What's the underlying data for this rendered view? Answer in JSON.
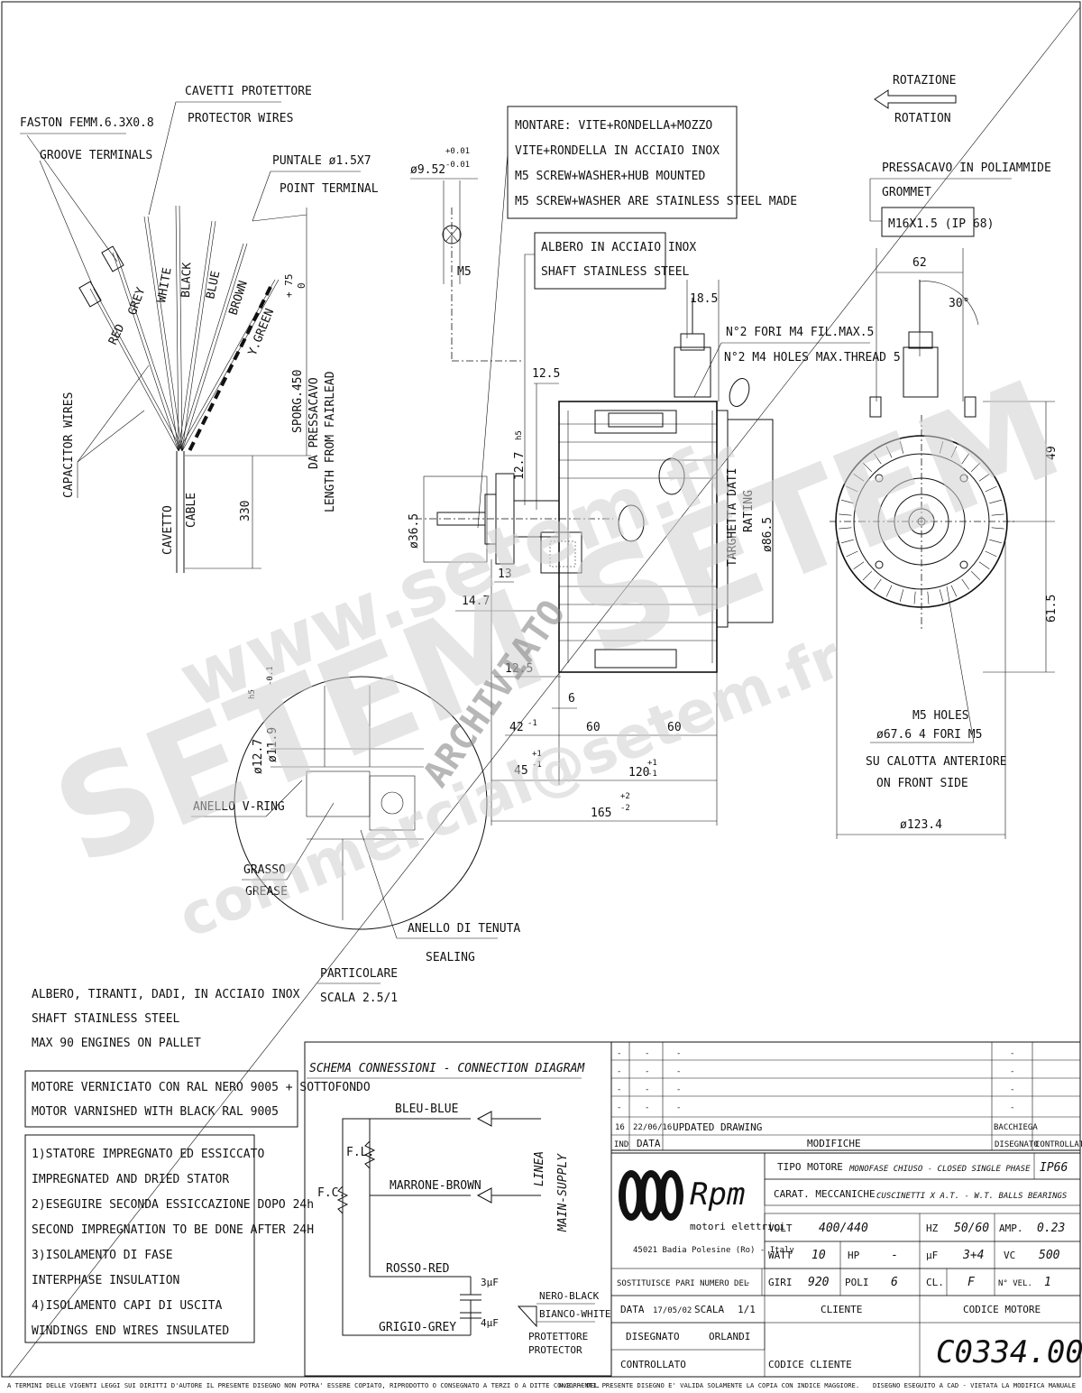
{
  "watermark": {
    "line1": "www.setem.fr",
    "line2": "SETEM SETEM",
    "line3": "commercial@setem.fr",
    "stamp": "ARCHIVIATO"
  },
  "top_left": {
    "faston_it": "FASTON FEMM.6.3X0.8",
    "faston_en": "GROOVE TERMINALS",
    "cavetti_it": "CAVETTI PROTETTORE",
    "cavetti_en": "PROTECTOR WIRES",
    "puntale_it": "PUNTALE ø1.5X7",
    "puntale_en": "POINT TERMINAL",
    "capacitor_wires": "CAPACITOR WIRES",
    "wires": [
      "RED",
      "GREY",
      "WHITE",
      "BLACK",
      "BLUE",
      "BROWN",
      "Y.GREEN"
    ],
    "sporg": "SPORG.450",
    "sporg_tol": "+ 75",
    "sporg_tol2": "0",
    "da_pressacavo": "DA PRESSACAVO",
    "length_from": "LENGTH FROM FAIRLEAD",
    "cavetto": "CAVETTO",
    "cable": "CABLE",
    "dim_330": "330"
  },
  "shaft_detail": {
    "dia": "ø9.52",
    "tol_plus": "+0.01",
    "tol_minus": "-0.01",
    "thread": "M5"
  },
  "notes_box": {
    "lines": [
      "MONTARE: VITE+RONDELLA+MOZZO",
      "VITE+RONDELLA IN ACCIAIO INOX",
      "M5 SCREW+WASHER+HUB MOUNTED",
      "M5 SCREW+WASHER ARE STAINLESS STEEL MADE"
    ]
  },
  "shaft_box": {
    "lines": [
      "ALBERO IN ACCIAIO INOX",
      "SHAFT STAINLESS STEEL"
    ]
  },
  "side_view": {
    "d_185": "18.5",
    "holes_it": "N°2 FORI M4 FIL.MAX.5",
    "holes_en": "N°2 M4 HOLES MAX.THREAD 5",
    "d_125": "12.5",
    "d_127": "12.7",
    "d_127_tol": "h5",
    "d_365": "ø36.5",
    "d_13": "13",
    "d_147": "14.7",
    "d_125b": "12.5",
    "d_6": "6",
    "d_42": "42",
    "d_42_tol": "-1",
    "d_60a": "60",
    "d_60b": "60",
    "d_45": "45",
    "d_45_tol1": "+1",
    "d_45_tol2": "-1",
    "d_120": "120",
    "d_120_tol1": "+1",
    "d_120_tol2": "-1",
    "d_165": "165",
    "d_165_tol1": "+2",
    "d_165_tol2": "-2",
    "targhetta": "TARGHETTA DATI",
    "rating": "RATING",
    "d_865": "ø86.5"
  },
  "front_view": {
    "rot_it": "ROTAZIONE",
    "rot_en": "ROTATION",
    "gland_it": "PRESSACAVO IN POLIAMMIDE",
    "gland_en": "GROMMET",
    "gland_size": "M16X1.5 (IP 68)",
    "d_62": "62",
    "angle": "30°",
    "d_49": "49",
    "d_615": "61.5",
    "m5_holes": "M5 HOLES",
    "holes_dia": "ø67.6 4 FORI M5",
    "front_it": "SU CALOTTA ANTERIORE",
    "front_en": "ON FRONT SIDE",
    "d_1234": "ø123.4"
  },
  "detail": {
    "d_127": "ø12.7",
    "d_127_tol": "h5",
    "d_119": "ø11.9",
    "d_119_tol": "-0.1",
    "vring": "ANELLO V-RING",
    "grasso": "GRASSO",
    "grease": "GREASE",
    "tenuta": "ANELLO DI TENUTA",
    "sealing": "SEALING",
    "particolare": "PARTICOLARE",
    "scala": "SCALA 2.5/1"
  },
  "bottom_notes": {
    "shaft": [
      "ALBERO, TIRANTI, DADI, IN ACCIAIO INOX",
      "SHAFT STAINLESS STEEL",
      "MAX 90 ENGINES ON PALLET"
    ],
    "paint": [
      "MOTORE VERNICIATO CON RAL NERO 9005 + SOTTOFONDO",
      "MOTOR VARNISHED WITH BLACK RAL 9005"
    ],
    "list": [
      "1)STATORE IMPREGNATO ED ESSICCATO",
      "IMPREGNATED AND DRIED STATOR",
      "2)ESEGUIRE SECONDA ESSICCAZIONE DOPO 24h",
      "SECOND IMPREGNATION TO BE DONE AFTER 24H",
      "3)ISOLAMENTO DI FASE",
      "INTERPHASE INSULATION",
      "4)ISOLAMENTO CAPI DI USCITA",
      "WINDINGS END WIRES INSULATED"
    ]
  },
  "schema": {
    "title": "SCHEMA CONNESSIONI - CONNECTION DIAGRAM",
    "blue": "BLEU-BLUE",
    "brown": "MARRONE-BROWN",
    "red": "ROSSO-RED",
    "grey": "GRIGIO-GREY",
    "fl": "F.L.",
    "fc": "F.C.",
    "linea": "LINEA",
    "main": "MAIN-SUPPLY",
    "cap1": "3µF",
    "cap2": "4µF",
    "black": "NERO-BLACK",
    "white": "BIANCO-WHITE",
    "prot_it": "PROTETTORE",
    "prot_en": "PROTECTOR"
  },
  "title_block": {
    "rev_rows": [
      [
        "-",
        "-",
        "-",
        "-",
        ""
      ],
      [
        "-",
        "-",
        "-",
        "-",
        ""
      ],
      [
        "-",
        "-",
        "-",
        "-",
        ""
      ],
      [
        "-",
        "-",
        "-",
        "-",
        ""
      ],
      [
        "16",
        "22/06/16",
        "UPDATED DRAWING",
        "BACCHIEGA",
        ""
      ]
    ],
    "h_ind": "IND",
    "h_data": "DATA",
    "h_modifiche": "MODIFICHE",
    "h_disegnato": "DISEGNATO",
    "h_controllato": "CONTROLLATO",
    "company": "Rpm",
    "company_sub": "motori elettrici",
    "address": "45021 Badia Polesine (Ro) - Italy",
    "tipo_label": "TIPO MOTORE",
    "tipo_val": "MONOFASE CHIUSO - CLOSED SINGLE PHASE",
    "ip": "IP66",
    "carat_label": "CARAT. MECCANICHE",
    "carat_val": "CUSCINETTI X A.T. - W.T. BALLS BEARINGS",
    "volt_label": "VOLT",
    "volt_val": "400/440",
    "hz_label": "HZ",
    "hz_val": "50/60",
    "amp_label": "AMP.",
    "amp_val": "0.23",
    "watt_label": "WATT",
    "watt_val": "10",
    "hp_label": "HP",
    "hp_val": "-",
    "uf_label": "µF",
    "uf_val": "3+4",
    "vc_label": "VC",
    "vc_val": "500",
    "sost_label": "SOSTITUISCE PARI NUMERO DEL",
    "sost_val": "-",
    "giri_label": "GIRI",
    "giri_val": "920",
    "poli_label": "POLI",
    "poli_val": "6",
    "cl_label": "CL.",
    "cl_val": "F",
    "nvel_label": "N° VEL.",
    "nvel_val": "1",
    "data_label": "DATA",
    "data_val": "17/05/02",
    "scala_label": "SCALA",
    "scala_val": "1/1",
    "cliente_label": "CLIENTE",
    "codice_label": "CODICE MOTORE",
    "disegnato_label": "DISEGNATO",
    "disegnato_val": "ORLANDI",
    "controllato_label": "CONTROLLATO",
    "codice_cliente_label": "CODICE CLIENTE",
    "codice_val": "C0334.00"
  },
  "footer": {
    "left": "A TERMINI DELLE VIGENTI LEGGI SUI DIRITTI D'AUTORE IL PRESENTE DISEGNO NON POTRA' ESSERE COPIATO, RIPRODOTTO O CONSEGNATO A TERZI O A DITTE CONCORRENTI.",
    "mid": "N.B. - DEL PRESENTE DISEGNO E' VALIDA SOLAMENTE LA COPIA CON INDICE MAGGIORE.",
    "right": "DISEGNO ESEGUITO A CAD - VIETATA LA MODIFICA MANUALE"
  }
}
